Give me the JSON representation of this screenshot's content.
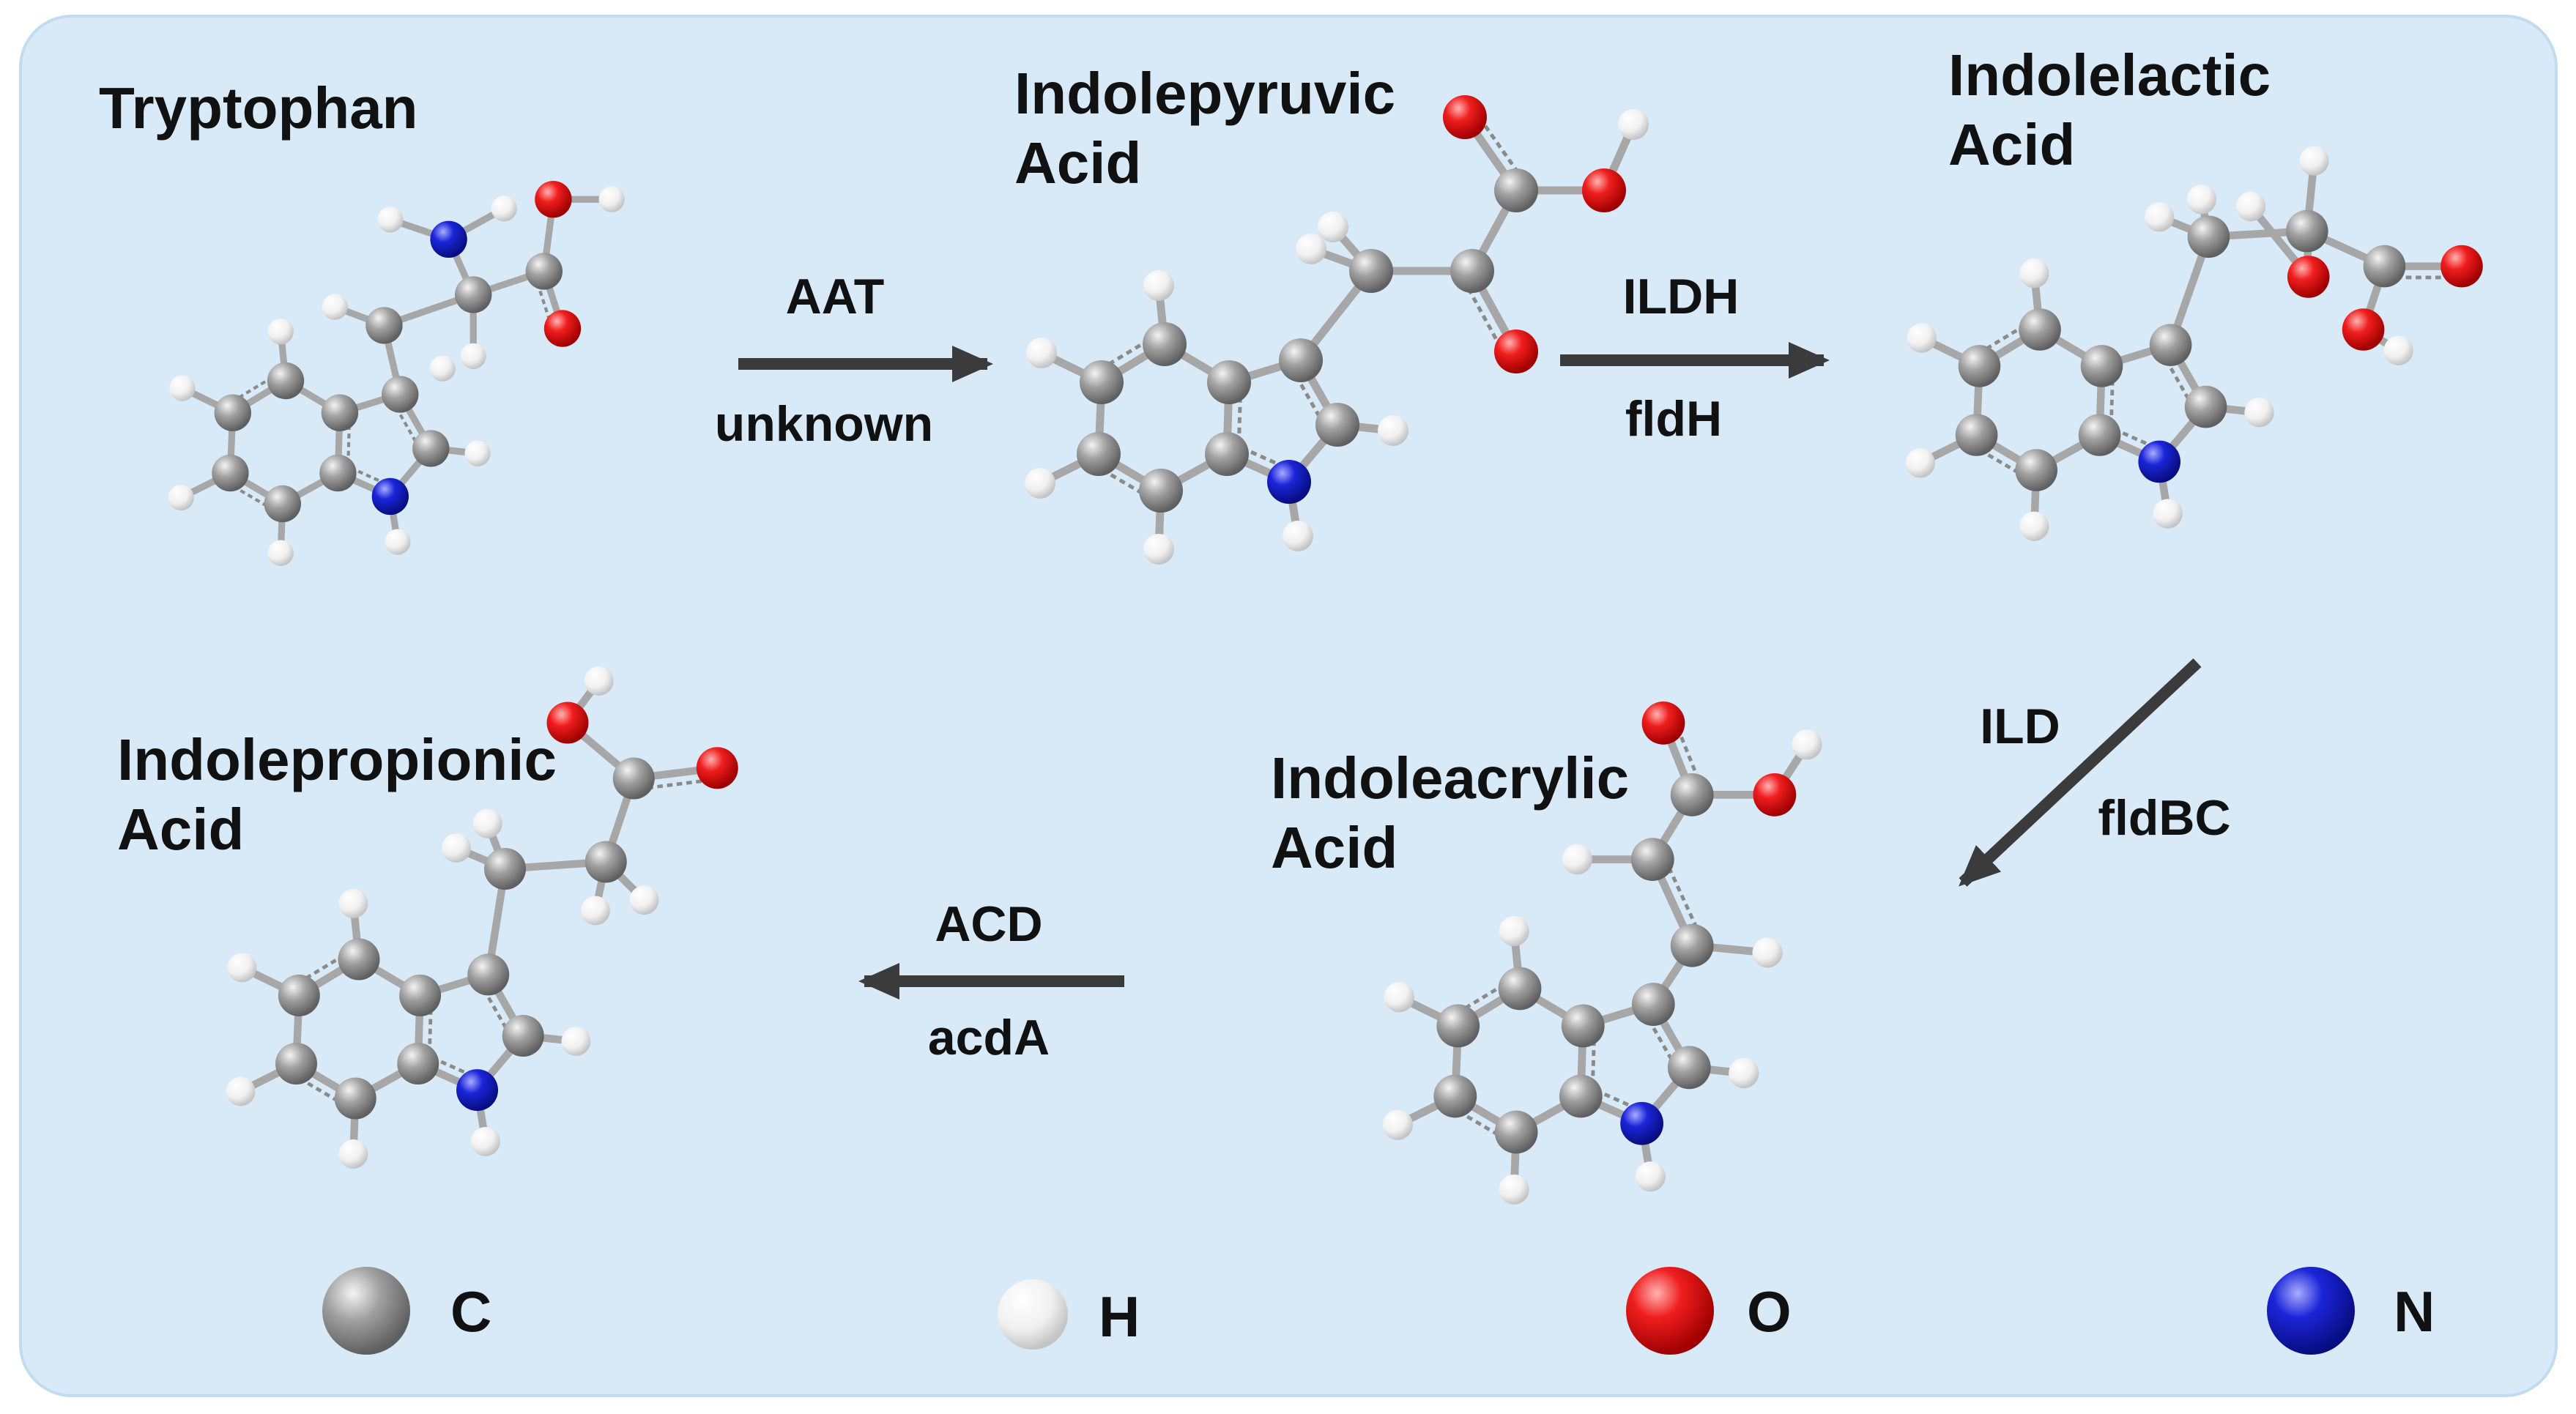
{
  "colors": {
    "panel": "#d8eaf7",
    "panel_border": "#c2dbee",
    "carbon": "#8f8f8f",
    "hydrogen": "#f2f2f2",
    "oxygen": "#e51c1c",
    "nitrogen": "#1a22cc",
    "bond": "#a7a7a7",
    "arrow": "#3b3b3b"
  },
  "compounds": {
    "tryptophan": {
      "line1": "Tryptophan",
      "line2": ""
    },
    "indolepyruvic": {
      "line1": "Indolepyruvic",
      "line2": "Acid"
    },
    "indolelactic": {
      "line1": "Indolelactic",
      "line2": "Acid"
    },
    "indoleacrylic": {
      "line1": "Indoleacrylic",
      "line2": "Acid"
    },
    "indolepropionic": {
      "line1": "Indolepropionic",
      "line2": "Acid"
    }
  },
  "steps": {
    "s1": {
      "enzyme": "AAT",
      "gene": "unknown"
    },
    "s2": {
      "enzyme": "ILDH",
      "gene": "fldH"
    },
    "s3": {
      "enzyme": "ILD",
      "gene": "fldBC"
    },
    "s4": {
      "enzyme": "ACD",
      "gene": "acdA"
    }
  },
  "legend": {
    "carbon": {
      "label": "C",
      "icon": "carbon-atom-sphere"
    },
    "hydrogen": {
      "label": "H",
      "icon": "hydrogen-atom-sphere"
    },
    "oxygen": {
      "label": "O",
      "icon": "oxygen-atom-sphere"
    },
    "nitrogen": {
      "label": "N",
      "icon": "nitrogen-atom-sphere"
    }
  }
}
